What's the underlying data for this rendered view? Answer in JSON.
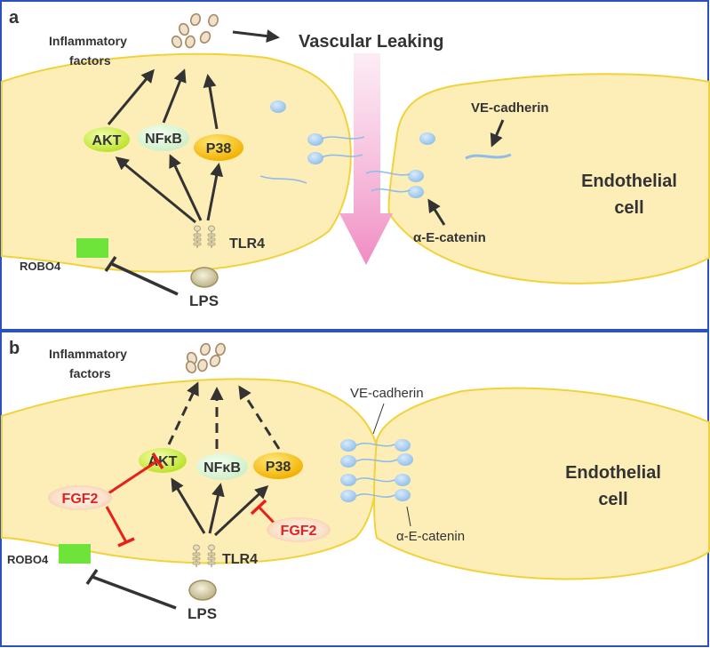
{
  "panel_a": {
    "letter": "a",
    "inflammatory_line1": "Inflammatory",
    "inflammatory_line2": "factors",
    "vascular_leaking": "Vascular Leaking",
    "akt": "AKT",
    "nfkb": "NFκB",
    "p38": "P38",
    "tlr4": "TLR4",
    "robo4": "ROBO4",
    "lps": "LPS",
    "ve_cadherin": "VE-cadherin",
    "alpha_e_catenin": "α-E-catenin",
    "endothelial_line1": "Endothelial",
    "endothelial_line2": "cell"
  },
  "panel_b": {
    "letter": "b",
    "inflammatory_line1": "Inflammatory",
    "inflammatory_line2": "factors",
    "akt": "AKT",
    "nfkb": "NFκB",
    "p38": "P38",
    "fgf2_left": "FGF2",
    "fgf2_right": "FGF2",
    "tlr4": "TLR4",
    "robo4": "ROBO4",
    "lps": "LPS",
    "ve_cadherin": "VE-cadherin",
    "alpha_e_catenin": "α-E-catenin",
    "endothelial_line1": "Endothelial",
    "endothelial_line2": "cell"
  },
  "colors": {
    "frame": "#2a52be",
    "cell_fill": "#fdeeb8",
    "cell_stroke": "#f2d23a",
    "akt": "#c6e83a",
    "nfkb": "#ddf5d6",
    "p38": "#f9c21b",
    "robo4": "#6ee33a",
    "blue_blob": "#a8ccf0",
    "inhibit_red": "#e8201c",
    "fgf2_text": "#e8201c",
    "arrow": "#333333",
    "leak_arrow": "#f49ac8"
  }
}
